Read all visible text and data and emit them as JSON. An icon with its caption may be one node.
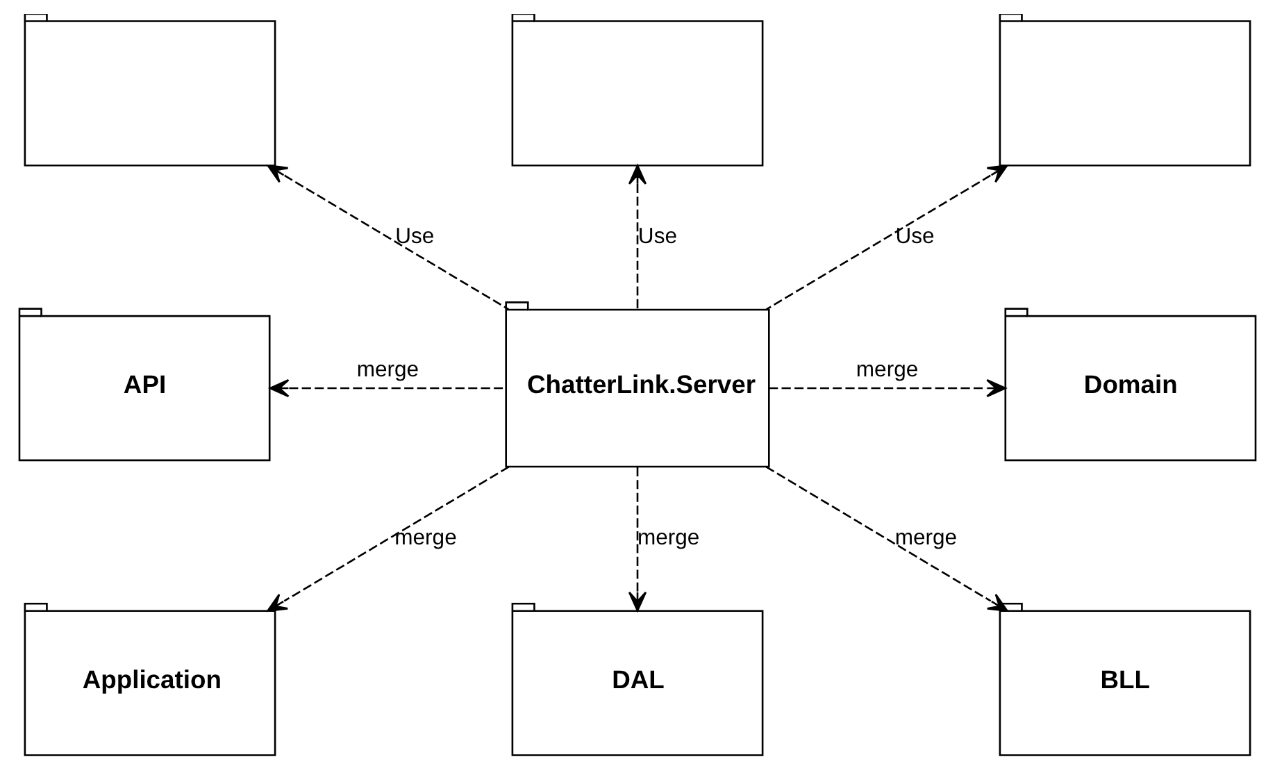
{
  "diagram": {
    "nodes": [
      {
        "text": [],
        "shape": "box"
      },
      {
        "text": [],
        "shape": "box"
      },
      {
        "text": [],
        "shape": "box"
      },
      {
        "text": [
          "API"
        ]
      },
      {
        "text": [
          "ChatterLink.Server"
        ]
      },
      {
        "text": [
          "Domain"
        ]
      },
      {
        "text": [
          "Application"
        ]
      },
      {
        "text": [
          "DAL"
        ]
      },
      {
        "text": [
          "BLL"
        ]
      }
    ],
    "edges": [
      {
        "from": 4,
        "to": 0,
        "arrow": "to",
        "label": "Use",
        "style": "dashed"
      },
      {
        "from": 4,
        "to": 1,
        "arrow": "to",
        "label": "Use",
        "style": "dashed"
      },
      {
        "from": 4,
        "to": 2,
        "arrow": "to",
        "label": "Use",
        "style": "dashed"
      },
      {
        "from": 4,
        "to": 3,
        "arrow": "to",
        "label": "merge",
        "style": "dashed"
      },
      {
        "from": 4,
        "to": 5,
        "arrow": "to",
        "label": "merge",
        "style": "dashed"
      },
      {
        "from": 4,
        "to": 6,
        "arrow": "to",
        "label": "merge",
        "style": "dashed"
      },
      {
        "from": 4,
        "to": 7,
        "arrow": "to",
        "label": "merge",
        "style": "dashed"
      },
      {
        "from": 4,
        "to": 8,
        "arrow": "to",
        "label": "merge",
        "style": "dashed"
      }
    ]
  }
}
